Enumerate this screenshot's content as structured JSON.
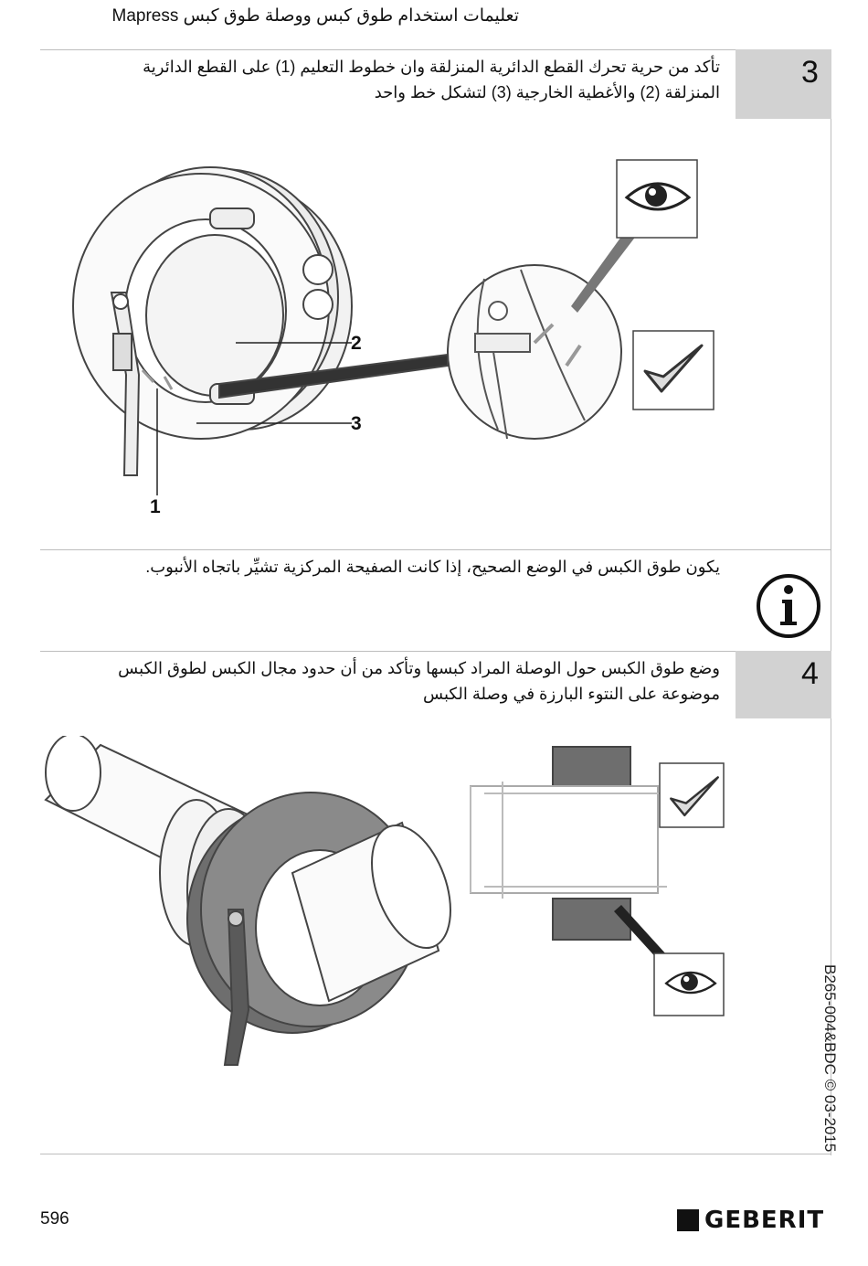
{
  "header": {
    "title": "تعليمات استخدام طوق كبس ووصلة طوق كبس Mapress"
  },
  "step3": {
    "number": "3",
    "text_line1": "تأكد من حرية تحرك القطع الدائرية المنزلقة وان خطوط التعليم (1) على القطع الدائرية",
    "text_line2": "المنزلقة (2) والأغطية الخارجية (3) لتشكل خط واحد",
    "labels": {
      "l1": "1",
      "l2": "2",
      "l3": "3"
    }
  },
  "info": {
    "text": "يكون طوق الكبس في الوضع الصحيح، إذا كانت الصفيحة المركزية تشيِّر باتجاه الأنبوب."
  },
  "step4": {
    "number": "4",
    "text_line1": "وضع طوق الكبس حول الوصلة المراد كبسها وتأكد من أن حدود مجال الكبس لطوق الكبس",
    "text_line2": "موضوعة على النتوء البارزة في وصلة الكبس"
  },
  "footer": {
    "page_number": "596",
    "doc_id": "B265-004&BDC © 03-2015",
    "logo_text": "GEBERIT"
  }
}
